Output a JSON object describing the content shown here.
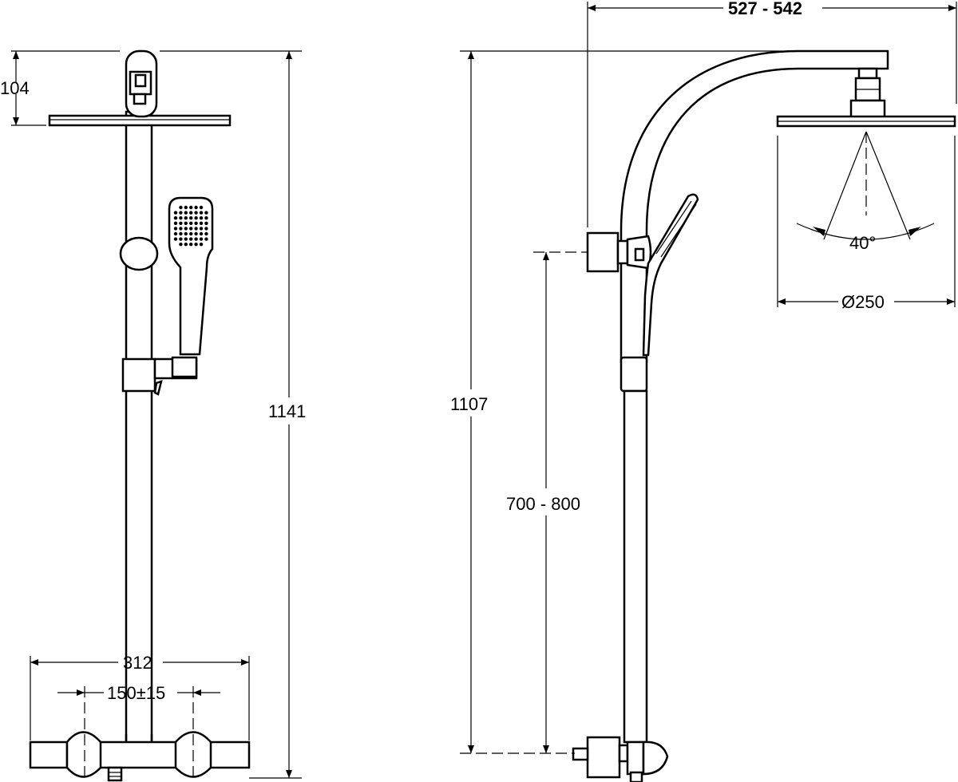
{
  "front_view": {
    "dim_top_offset": "104",
    "dim_total_height": "1141",
    "dim_mixer_width": "312",
    "dim_inlet_spacing": "150±15"
  },
  "side_view": {
    "dim_arm_reach": "527 - 542",
    "dim_total_height": "1107",
    "dim_bracket_height": "700 - 800",
    "dim_spray_angle": "40°",
    "dim_head_diameter": "Ø250"
  }
}
